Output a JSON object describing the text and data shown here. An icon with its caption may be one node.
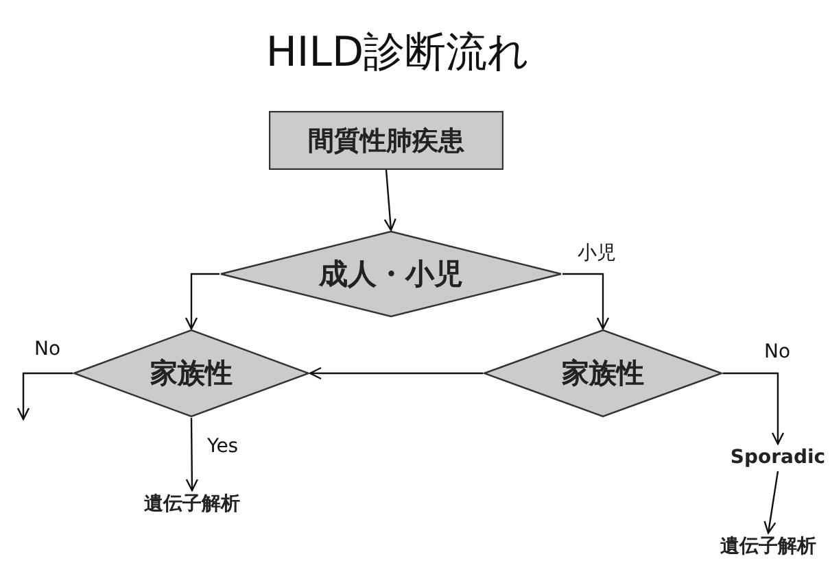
{
  "diagram": {
    "title": "HILD診断流れ",
    "nodes": [
      {
        "text": [
          "間質性肺疾患"
        ]
      },
      {
        "text": [
          "成人・小児"
        ]
      },
      {
        "text": [
          "家族性"
        ]
      },
      {
        "text": [
          "家族性"
        ]
      },
      {
        "text": [
          "遺伝子解析"
        ]
      },
      {
        "text": [
          "Sporadic"
        ]
      },
      {
        "text": [
          "遺伝子解析"
        ]
      }
    ],
    "edges": [
      {
        "from": 0,
        "to": 1,
        "arrow": "to"
      },
      {
        "from": 1,
        "to": 2,
        "arrow": "to"
      },
      {
        "from": 1,
        "to": 3,
        "arrow": "to",
        "label": "小児"
      },
      {
        "from": 3,
        "to": 2,
        "arrow": "to"
      },
      {
        "from": 2,
        "to": null,
        "arrow": "to",
        "label": "No"
      },
      {
        "from": 2,
        "to": 4,
        "arrow": "to",
        "label": "Yes"
      },
      {
        "from": 3,
        "to": 5,
        "arrow": "to",
        "label": "No"
      },
      {
        "from": 5,
        "to": 6,
        "arrow": "to"
      }
    ]
  }
}
